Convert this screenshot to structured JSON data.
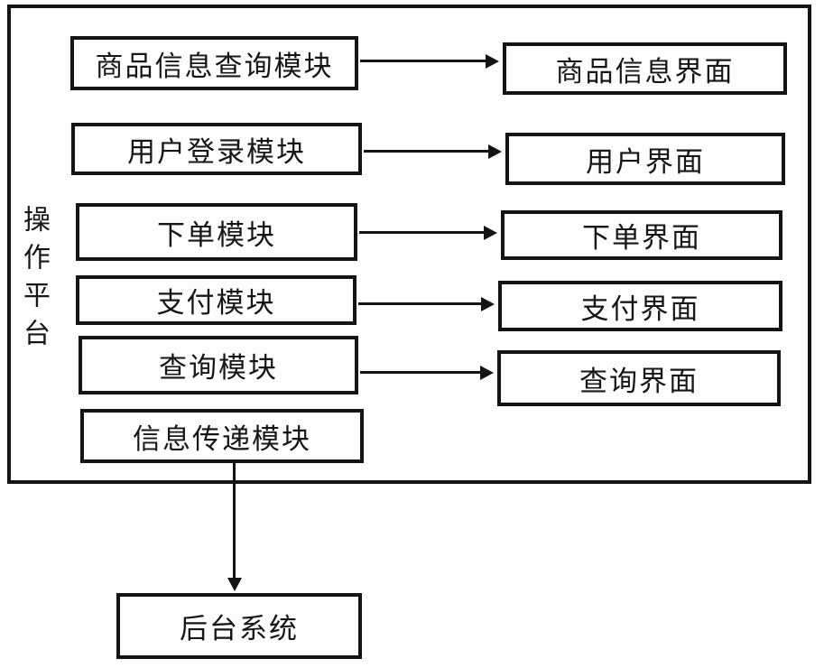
{
  "diagram": {
    "platform_label": "操作平台",
    "modules": [
      {
        "label": "商品信息查询模块"
      },
      {
        "label": "用户登录模块"
      },
      {
        "label": "下单模块"
      },
      {
        "label": "支付模块"
      },
      {
        "label": "查询模块"
      },
      {
        "label": "信息传递模块"
      }
    ],
    "interfaces": [
      {
        "label": "商品信息界面"
      },
      {
        "label": "用户界面"
      },
      {
        "label": "下单界面"
      },
      {
        "label": "支付界面"
      },
      {
        "label": "查询界面"
      }
    ],
    "backend": {
      "label": "后台系统"
    },
    "colors": {
      "line": "#141414",
      "background": "#fefefe"
    }
  }
}
